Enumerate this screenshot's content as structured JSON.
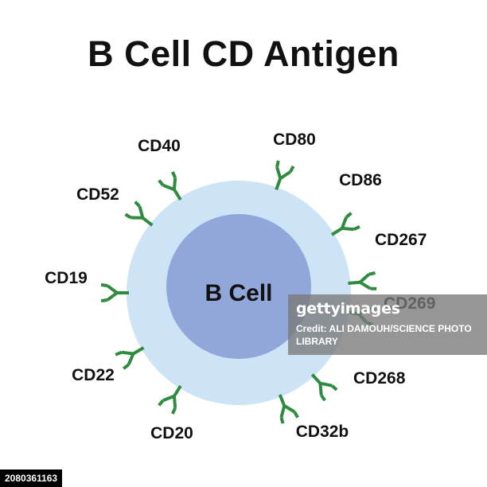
{
  "title": "B Cell CD Antigen",
  "cell": {
    "label": "B Cell",
    "outer_color": "#cde4f6",
    "nucleus_color": "#92a7d9"
  },
  "antigen_color": "#2e8b3f",
  "antigens": [
    {
      "name": "CD40"
    },
    {
      "name": "CD80"
    },
    {
      "name": "CD86"
    },
    {
      "name": "CD267"
    },
    {
      "name": "CD269"
    },
    {
      "name": "CD268"
    },
    {
      "name": "CD32b"
    },
    {
      "name": "CD20"
    },
    {
      "name": "CD22"
    },
    {
      "name": "CD19"
    },
    {
      "name": "CD52"
    }
  ],
  "watermark": {
    "logo": "gettyimages",
    "credit": "Credit: ALI DAMOUH/SCIENCE PHOTO LIBRARY"
  },
  "image_id": "2080361163"
}
